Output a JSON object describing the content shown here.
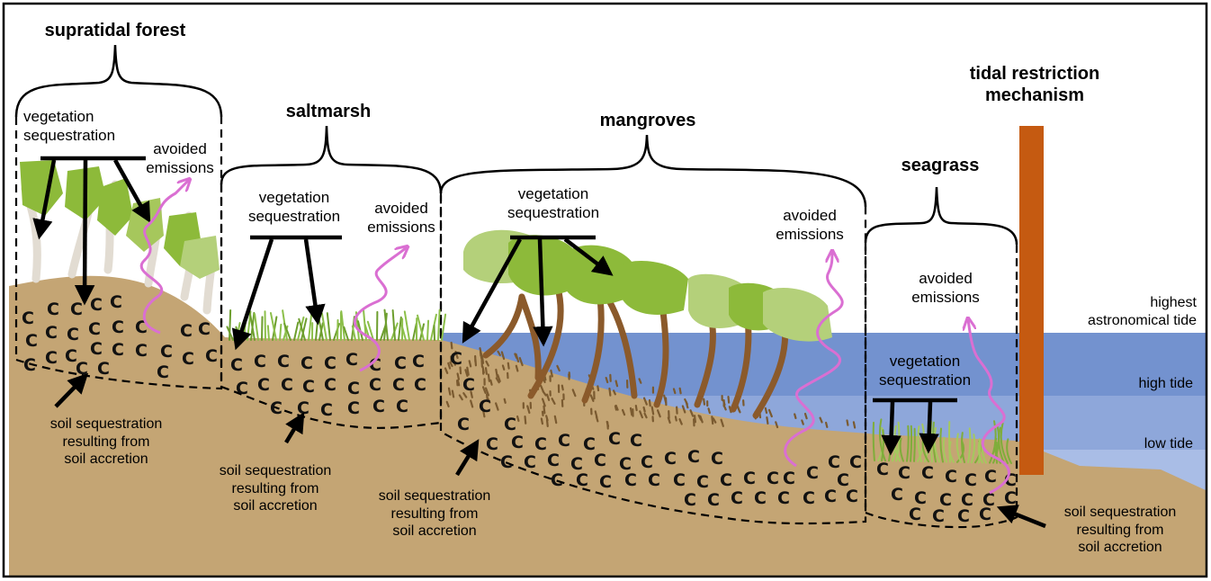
{
  "zones": {
    "supratidal_forest": {
      "title": "supratidal forest",
      "vegetation": "vegetation\nsequestration",
      "avoided": "avoided\nemissions",
      "soil": "soil sequestration\nresulting from\nsoil accretion"
    },
    "saltmarsh": {
      "title": "saltmarsh",
      "vegetation": "vegetation\nsequestration",
      "avoided": "avoided\nemissions",
      "soil": "soil sequestration\nresulting from\nsoil accretion"
    },
    "mangroves": {
      "title": "mangroves",
      "vegetation": "vegetation\nsequestration",
      "avoided": "avoided\nemissions",
      "soil": "soil sequestration\nresulting from\nsoil accretion"
    },
    "seagrass": {
      "title": "seagrass",
      "vegetation": "vegetation\nsequestration",
      "avoided": "avoided\nemissions",
      "soil": "soil sequestration\nresulting from\nsoil accretion"
    }
  },
  "barrier": {
    "title": "tidal restriction\nmechanism"
  },
  "tides": {
    "highest": "highest\nastronomical tide",
    "high": "high tide",
    "low": "low tide"
  },
  "carbon_symbol": "C",
  "colors": {
    "soil": "#c4a574",
    "water_highest": "#7392cf",
    "water_high": "#8ea7da",
    "water_low": "#a9bde6",
    "barrier": "#c55a11",
    "foliage_dark": "#8dba3a",
    "foliage_light": "#b4d07a",
    "trunk": "#8b5a2b",
    "emission_arrow": "#da6fd2",
    "grass": "#6d9e2e"
  }
}
